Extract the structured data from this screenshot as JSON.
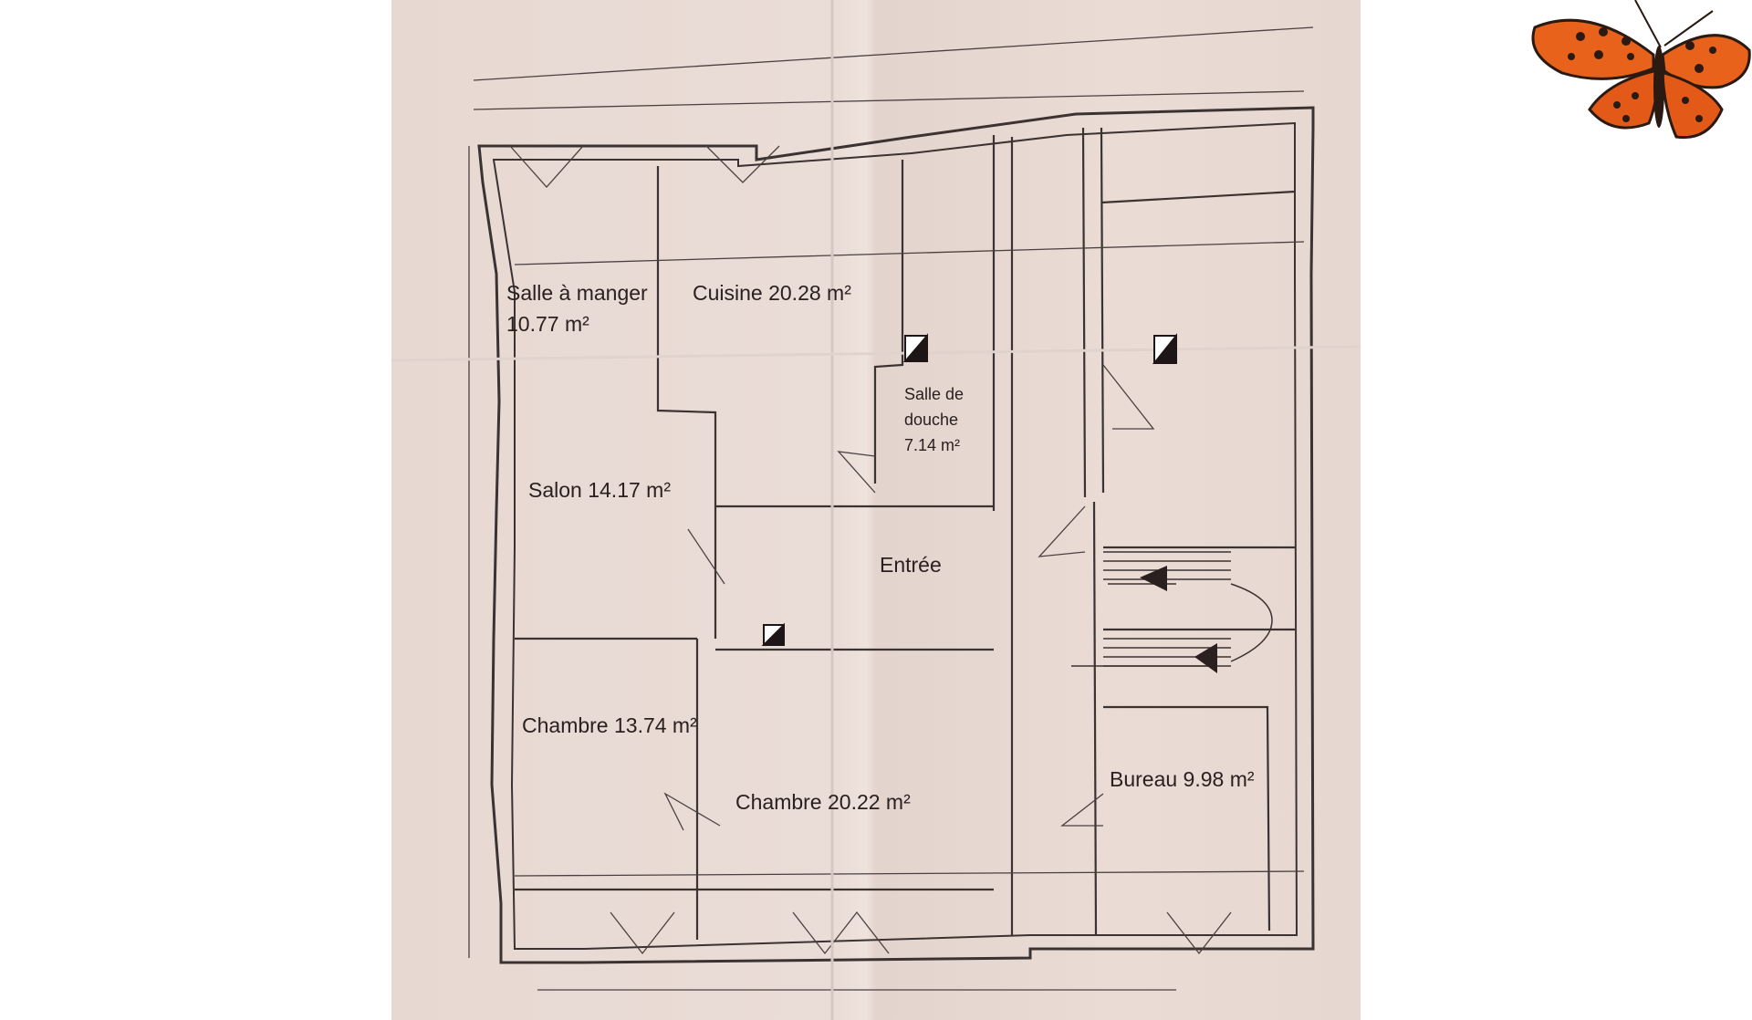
{
  "rooms": [
    {
      "id": "salle-a-manger",
      "lines": [
        "Salle à manger",
        "10.77 m²"
      ]
    },
    {
      "id": "cuisine",
      "lines": [
        "Cuisine 20.28 m²"
      ]
    },
    {
      "id": "salle-de-douche",
      "lines": [
        "Salle de",
        "douche",
        "7.14 m²"
      ]
    },
    {
      "id": "salon",
      "lines": [
        "Salon 14.17 m²"
      ]
    },
    {
      "id": "entree",
      "lines": [
        "Entrée"
      ]
    },
    {
      "id": "chambre-1",
      "lines": [
        "Chambre 13.74 m²"
      ]
    },
    {
      "id": "chambre-2",
      "lines": [
        "Chambre 20.22 m²"
      ]
    },
    {
      "id": "bureau",
      "lines": [
        "Bureau 9.98 m²"
      ]
    }
  ],
  "colors": {
    "paper": "#e9dbd4",
    "ink": "#3b3232",
    "label": "#2a2020",
    "butterfly_orange": "#e8621c",
    "butterfly_dark": "#2a1a12"
  },
  "icons": [
    "chimney-flue-icon",
    "stair-arrow-icon",
    "butterfly-icon"
  ]
}
